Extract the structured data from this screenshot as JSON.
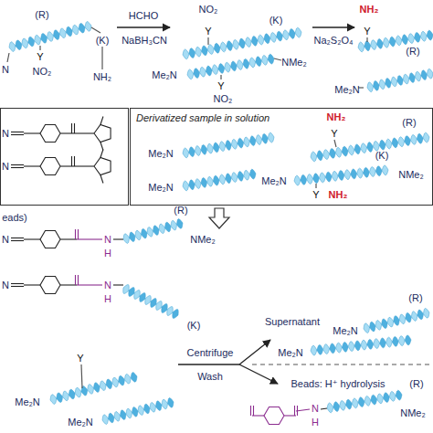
{
  "diagram": {
    "nodes": [
      {
        "text": [
          "Derivatized sample in solution"
        ]
      }
    ],
    "labels": [
      "(R)",
      "(K)",
      "N",
      "Y",
      "NO₂",
      "NH₂",
      "HCHO",
      "NaBH₃CN",
      "NO₂",
      "Y",
      "(K)",
      "Me₂N",
      "Y",
      "NO₂",
      "NMe₂",
      "Na₂S₂O₄",
      "NH₂",
      "Y",
      "(R)",
      "Me₂N",
      "N",
      "N",
      "NH₂",
      "Y",
      "(R)",
      "Me₂N",
      "Me₂N",
      "Me₂N",
      "(K)",
      "NMe₂",
      "Y",
      "NH₂",
      "eads)",
      "N",
      "N",
      "H",
      "(R)",
      "NMe₂",
      "N",
      "N",
      "H",
      "(K)",
      "Y",
      "Me₂N",
      "Me₂N",
      "Centrifuge",
      "Wash",
      "Supernatant",
      "Beads: H⁺ hydrolysis",
      "(R)",
      "Me₂N",
      "Me₂N",
      "N",
      "H",
      "(R)",
      "NMe₂"
    ]
  }
}
